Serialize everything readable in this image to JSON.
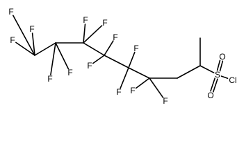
{
  "diagram": {
    "type": "skeletal-structure",
    "colors": {
      "bond": "#000000",
      "label": "#000000",
      "background": "#ffffff"
    },
    "atoms": [
      {
        "id": "C1",
        "label": ""
      },
      {
        "id": "C2",
        "label": ""
      },
      {
        "id": "C3",
        "label": ""
      },
      {
        "id": "C4",
        "label": ""
      },
      {
        "id": "C5",
        "label": ""
      },
      {
        "id": "C6",
        "label": ""
      },
      {
        "id": "C7",
        "label": ""
      },
      {
        "id": "C8",
        "label": ""
      },
      {
        "id": "C9",
        "label": ""
      },
      {
        "id": "S",
        "label": "S"
      },
      {
        "id": "O1",
        "label": "O"
      },
      {
        "id": "O2",
        "label": "O"
      },
      {
        "id": "Cl",
        "label": "Cl"
      },
      {
        "id": "F1",
        "label": "F"
      },
      {
        "id": "F2",
        "label": "F"
      },
      {
        "id": "F3",
        "label": "F"
      },
      {
        "id": "F4",
        "label": "F"
      },
      {
        "id": "F5",
        "label": "F"
      },
      {
        "id": "F6",
        "label": "F"
      },
      {
        "id": "F7",
        "label": "F"
      },
      {
        "id": "F8",
        "label": "F"
      },
      {
        "id": "F9",
        "label": "F"
      },
      {
        "id": "F10",
        "label": "F"
      },
      {
        "id": "F11",
        "label": "F"
      },
      {
        "id": "F12",
        "label": "F"
      },
      {
        "id": "F13",
        "label": "F"
      }
    ],
    "bonds": [
      {
        "from": "C1",
        "to": "C2",
        "order": 1
      },
      {
        "from": "C2",
        "to": "C3",
        "order": 1
      },
      {
        "from": "C3",
        "to": "C4",
        "order": 1
      },
      {
        "from": "C4",
        "to": "C5",
        "order": 1
      },
      {
        "from": "C5",
        "to": "C6",
        "order": 1
      },
      {
        "from": "C6",
        "to": "C7",
        "order": 1
      },
      {
        "from": "C7",
        "to": "C8",
        "order": 1
      },
      {
        "from": "C8",
        "to": "C9",
        "order": 1
      },
      {
        "from": "C8",
        "to": "S",
        "order": 1
      },
      {
        "from": "S",
        "to": "O1",
        "order": 2
      },
      {
        "from": "S",
        "to": "O2",
        "order": 2
      },
      {
        "from": "S",
        "to": "Cl",
        "order": 1
      },
      {
        "from": "C1",
        "to": "F1",
        "order": 1
      },
      {
        "from": "C1",
        "to": "F2",
        "order": 1
      },
      {
        "from": "C1",
        "to": "F3",
        "order": 1
      },
      {
        "from": "C2",
        "to": "F4",
        "order": 1
      },
      {
        "from": "C2",
        "to": "F5",
        "order": 1
      },
      {
        "from": "C3",
        "to": "F6",
        "order": 1
      },
      {
        "from": "C3",
        "to": "F7",
        "order": 1
      },
      {
        "from": "C4",
        "to": "F8",
        "order": 1
      },
      {
        "from": "C4",
        "to": "F9",
        "order": 1
      },
      {
        "from": "C5",
        "to": "F10",
        "order": 1
      },
      {
        "from": "C5",
        "to": "F11",
        "order": 1
      },
      {
        "from": "C6",
        "to": "F12",
        "order": 1
      },
      {
        "from": "C6",
        "to": "F13",
        "order": 1
      }
    ]
  }
}
